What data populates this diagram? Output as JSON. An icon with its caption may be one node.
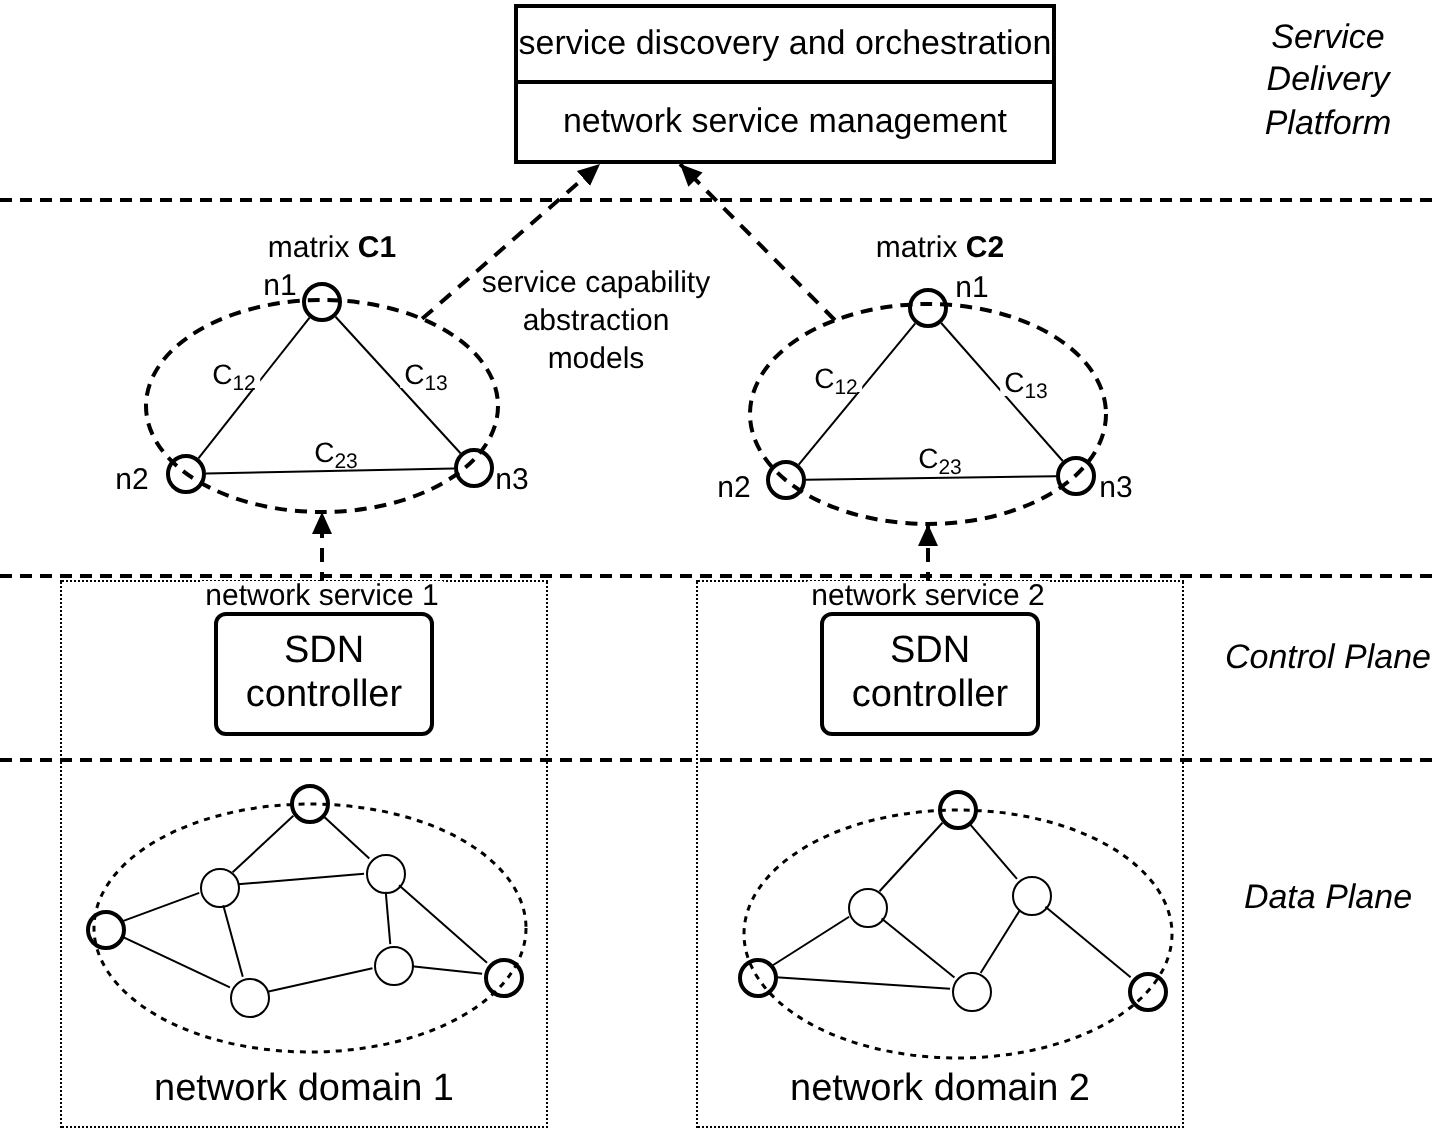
{
  "diagram": {
    "nodes": [
      {
        "text": [
          "service discovery and orchestration"
        ]
      },
      {
        "text": [
          "network service management"
        ]
      },
      {
        "text": [],
        "shape": "ellipse"
      },
      {
        "text": [],
        "shape": "circle",
        "beside": [
          "n1"
        ],
        "in": 2
      },
      {
        "text": [],
        "shape": "circle",
        "beside": [
          "n2"
        ],
        "in": 2
      },
      {
        "text": [],
        "shape": "circle",
        "beside": [
          "n3"
        ],
        "in": 2
      },
      {
        "text": [],
        "shape": "ellipse"
      },
      {
        "text": [],
        "shape": "circle",
        "beside": [
          "n1"
        ],
        "in": 6
      },
      {
        "text": [],
        "shape": "circle",
        "beside": [
          "n2"
        ],
        "in": 6
      },
      {
        "text": [],
        "shape": "circle",
        "beside": [
          "n3"
        ],
        "in": 6
      },
      {
        "text": [
          "network domain 1"
        ]
      },
      {
        "text": [
          "SDN controller"
        ],
        "in": 10
      },
      {
        "text": [],
        "shape": "ellipse",
        "in": 10
      },
      {
        "text": [],
        "shape": "circle",
        "in": 10
      },
      {
        "text": [],
        "shape": "circle",
        "in": 10
      },
      {
        "text": [],
        "shape": "circle",
        "in": 12
      },
      {
        "text": [],
        "shape": "circle",
        "in": 12
      },
      {
        "text": [],
        "shape": "circle",
        "in": 12
      },
      {
        "text": [],
        "shape": "circle",
        "in": 12
      },
      {
        "text": [],
        "shape": "circle",
        "in": 12
      },
      {
        "text": [
          "network domain 2"
        ]
      },
      {
        "text": [
          "SDN controller"
        ],
        "in": 20
      },
      {
        "text": [],
        "shape": "ellipse",
        "in": 20
      },
      {
        "text": [],
        "shape": "circle",
        "in": 20
      },
      {
        "text": [],
        "shape": "circle",
        "in": 20
      },
      {
        "text": [],
        "shape": "circle",
        "in": 22
      },
      {
        "text": [],
        "shape": "circle",
        "in": 22
      },
      {
        "text": [],
        "shape": "circle",
        "in": 22
      },
      {
        "text": [],
        "shape": "circle",
        "in": 20
      }
    ],
    "edges": [
      {
        "from": 2,
        "to": 1,
        "arrow": "to",
        "style": "dashed",
        "label": "matrix **C1**"
      },
      {
        "from": 6,
        "to": 1,
        "arrow": "to",
        "style": "dashed",
        "label": "matrix **C2**"
      },
      {
        "from": 11,
        "to": 2,
        "arrow": "to",
        "style": "dashed",
        "label": "network service 1"
      },
      {
        "from": 21,
        "to": 6,
        "arrow": "to",
        "style": "dashed",
        "label": "network service 2"
      },
      {
        "from": 3,
        "to": 4,
        "arrow": "none",
        "label": "C$_{12}$"
      },
      {
        "from": 3,
        "to": 5,
        "arrow": "none",
        "label": "C$_{13}$"
      },
      {
        "from": 4,
        "to": 5,
        "arrow": "none",
        "label": "C$_{23}$"
      },
      {
        "from": 7,
        "to": 8,
        "arrow": "none",
        "label": "C$_{12}$"
      },
      {
        "from": 7,
        "to": 9,
        "arrow": "none",
        "label": "C$_{13}$"
      },
      {
        "from": 8,
        "to": 9,
        "arrow": "none",
        "label": "C$_{23}$"
      },
      {
        "from": 13,
        "to": 15,
        "arrow": "none"
      },
      {
        "from": 13,
        "to": 16,
        "arrow": "none"
      },
      {
        "from": 14,
        "to": 15,
        "arrow": "none"
      },
      {
        "from": 14,
        "to": 17,
        "arrow": "none"
      },
      {
        "from": 15,
        "to": 16,
        "arrow": "none"
      },
      {
        "from": 15,
        "to": 17,
        "arrow": "none"
      },
      {
        "from": 16,
        "to": 18,
        "arrow": "none"
      },
      {
        "from": 16,
        "to": 19,
        "arrow": "none"
      },
      {
        "from": 17,
        "to": 18,
        "arrow": "none"
      },
      {
        "from": 18,
        "to": 19,
        "arrow": "none"
      },
      {
        "from": 23,
        "to": 25,
        "arrow": "none"
      },
      {
        "from": 23,
        "to": 26,
        "arrow": "none"
      },
      {
        "from": 24,
        "to": 25,
        "arrow": "none"
      },
      {
        "from": 24,
        "to": 27,
        "arrow": "none"
      },
      {
        "from": 25,
        "to": 27,
        "arrow": "none"
      },
      {
        "from": 26,
        "to": 27,
        "arrow": "none"
      },
      {
        "from": 26,
        "to": 28,
        "arrow": "none"
      }
    ],
    "labels": [
      "Service Delivery Platform",
      "service capability abstraction models",
      "Control Plane",
      "Data Plane"
    ]
  }
}
